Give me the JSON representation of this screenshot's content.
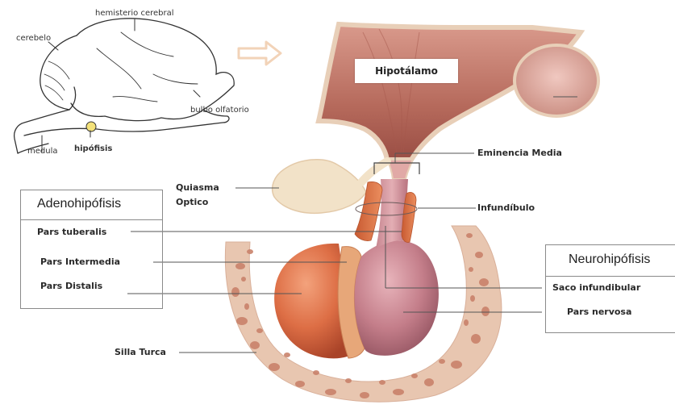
{
  "brain_sketch": {
    "labels": {
      "hemisphere": "hemisterio cerebral",
      "cerebellum": "cerebelo",
      "olfactory_bulb": "bulbo olfatorio",
      "medulla": "medula",
      "hypophysis": "hipófisis"
    },
    "arrow_icon": "right-arrow-icon"
  },
  "structures": {
    "hypothalamus": "Hipotálamo",
    "median_eminence": "Eminencia Media",
    "optic_chiasm_line1": "Quiasma",
    "optic_chiasm_line2": "Optico",
    "infundibulum": "Infundíbulo",
    "sella_turcica": "Silla Turca"
  },
  "adenohypophysis": {
    "title": "Adenohipófisis",
    "parts": [
      "Pars tuberalis",
      "Pars Intermedia",
      "Pars Distalis"
    ]
  },
  "neurohypophysis": {
    "title": "Neurohipófisis",
    "parts": [
      "Saco infundibular",
      "Pars nervosa"
    ]
  },
  "colors": {
    "distalis": "#dd6e45",
    "nervosa": "#c47e8a",
    "intermedia": "#e7a779",
    "hypothalamus": "#b66a5c",
    "bone": "#e8c6b0",
    "bone_spots": "#c9826b",
    "chiasm": "#f2e2c8"
  }
}
